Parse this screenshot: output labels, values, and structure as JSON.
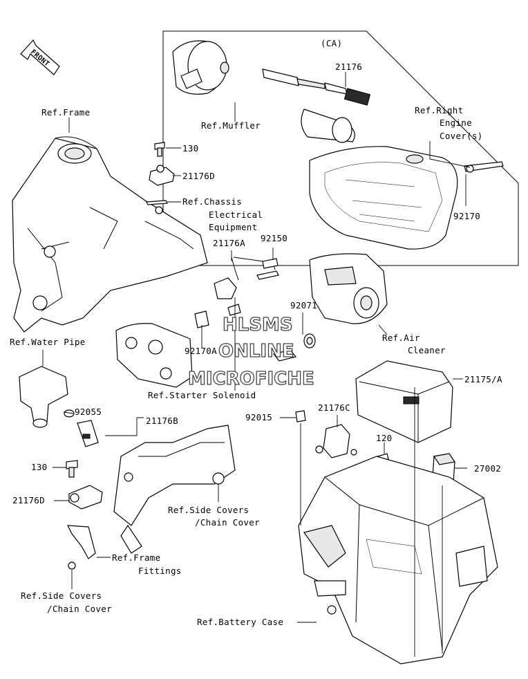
{
  "arrow": {
    "label": "FRONT"
  },
  "inset": {
    "label": "(CA)"
  },
  "labels": {
    "ref_frame": "Ref.Frame",
    "p130_top": "130",
    "p21176d_top": "21176D",
    "ref_chassis_1": "Ref.Chassis",
    "ref_chassis_2": "Electrical",
    "ref_chassis_3": "Equipment",
    "p21176": "21176",
    "ref_muffler": "Ref.Muffler",
    "ref_right_1": "Ref.Right",
    "ref_right_2": "Engine",
    "ref_right_3": "Cover(s)",
    "p92170": "92170",
    "p21176a": "21176A",
    "p92150": "92150",
    "p92071": "92071",
    "ref_air_1": "Ref.Air",
    "ref_air_2": "Cleaner",
    "p92170a": "92170A",
    "ref_water": "Ref.Water Pipe",
    "ref_starter": "Ref.Starter Solenoid",
    "p21175a": "21175/A",
    "p92055": "92055",
    "p21176b": "21176B",
    "p92015": "92015",
    "p21176c": "21176C",
    "p120": "120",
    "p27002": "27002",
    "p130_bot": "130",
    "p21176d_bot": "21176D",
    "ref_side_1a": "Ref.Side Covers",
    "ref_side_1b": "/Chain Cover",
    "ref_frame_fit_1": "Ref.Frame",
    "ref_frame_fit_2": "Fittings",
    "ref_side_2a": "Ref.Side Covers",
    "ref_side_2b": "/Chain Cover",
    "ref_battery": "Ref.Battery Case"
  },
  "watermark": {
    "line1": "HLSMS",
    "line2": "ONLINE",
    "line3": "MICROFICHE"
  }
}
